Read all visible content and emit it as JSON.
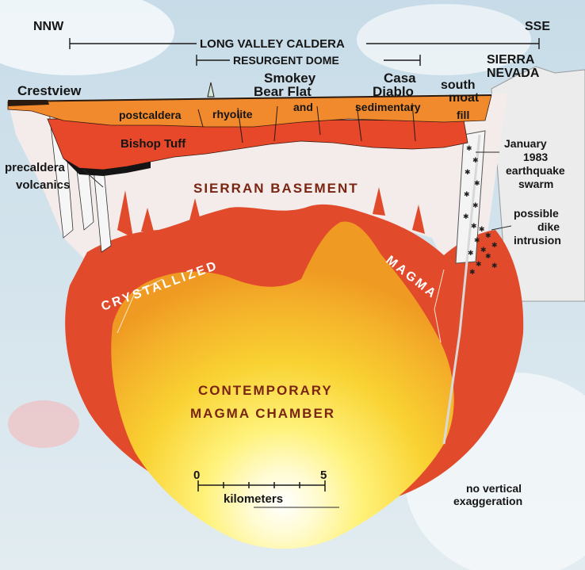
{
  "labels": {
    "nnw": "NNW",
    "sse": "SSE",
    "long_valley_caldera": "LONG VALLEY CALDERA",
    "resurgent_dome": "RESURGENT DOME",
    "sierra": "SIERRA",
    "nevada": "NEVADA",
    "crestview": "Crestview",
    "smokey": "Smokey",
    "bear_flat": "Bear Flat",
    "casa": "Casa",
    "diablo": "Diablo",
    "south": "south",
    "moat": "moat",
    "postcaldera": "postcaldera",
    "rhyolite": "rhyolite",
    "and": "and",
    "sedimentary": "sedimentary",
    "fill": "fill",
    "bishop_tuff": "Bishop Tuff",
    "precaldera": "precaldera",
    "volcanics": "volcanics",
    "sierran_basement": "SIERRAN BASEMENT",
    "crystallized": "CRYSTALLIZED",
    "magma": "MAGMA",
    "january": "January",
    "year_1983": "1983",
    "earthquake": "earthquake",
    "swarm": "swarm",
    "possible": "possible",
    "dike": "dike",
    "intrusion": "intrusion",
    "contemporary": "CONTEMPORARY",
    "magma_chamber": "MAGMA CHAMBER",
    "no_vertical": "no vertical",
    "exaggeration": "exaggeration"
  },
  "scale_bar": {
    "start": "0",
    "end": "5",
    "unit": "kilometers"
  },
  "colors": {
    "sky": "#b9d3e2",
    "postcaldera_fill": "#f08a2c",
    "bishop_tuff": "#e8482a",
    "basement": "#f3ecea",
    "crystallized_magma": "#e14a2b",
    "magma_core": "#ffef6a",
    "magma_glow": "#ffffff",
    "label_brown": "#7a2412"
  }
}
